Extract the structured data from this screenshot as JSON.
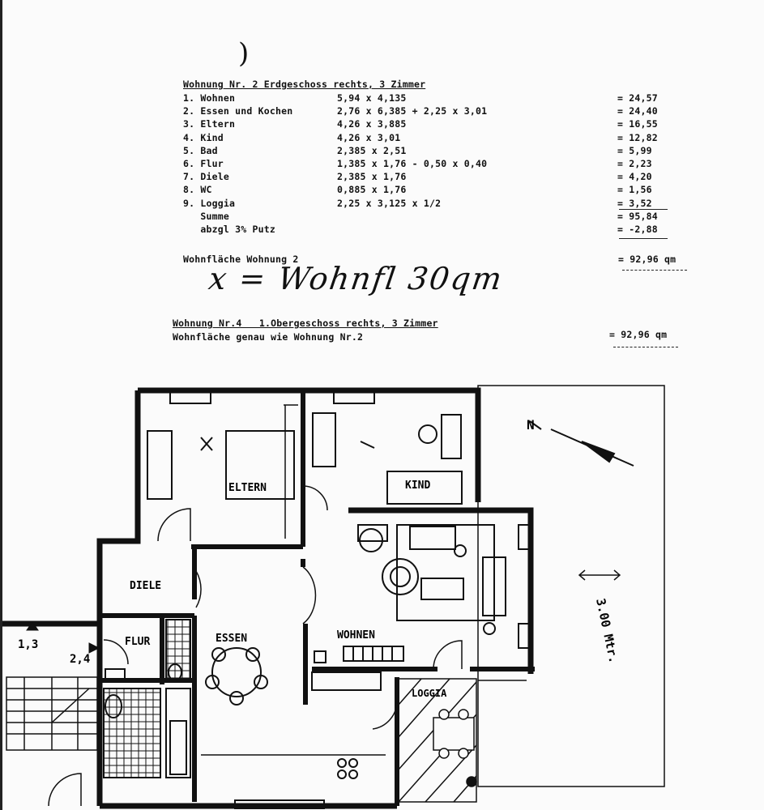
{
  "page_mark": ")",
  "wohnung2": {
    "title": "Wohnung Nr. 2 Erdgeschoss rechts, 3 Zimmer",
    "rows": [
      {
        "label": "1. Wohnen",
        "formula": "5,94 x 4,135",
        "value": "= 24,57"
      },
      {
        "label": "2. Essen und Kochen",
        "formula": "2,76 x 6,385 + 2,25 x 3,01",
        "value": "= 24,40"
      },
      {
        "label": "3. Eltern",
        "formula": "4,26 x 3,885",
        "value": "= 16,55"
      },
      {
        "label": "4. Kind",
        "formula": "4,26 x 3,01",
        "value": "= 12,82"
      },
      {
        "label": "5. Bad",
        "formula": "2,385 x 2,51",
        "value": "= 5,99"
      },
      {
        "label": "6. Flur",
        "formula": "1,385 x 1,76 - 0,50 x 0,40",
        "value": "= 2,23"
      },
      {
        "label": "7. Diele",
        "formula": "2,385 x 1,76",
        "value": "= 4,20"
      },
      {
        "label": "8. WC",
        "formula": "0,885 x 1,76",
        "value": "= 1,56"
      },
      {
        "label": "9. Loggia",
        "formula": "2,25 x 3,125 x 1/2",
        "value": "= 3,52"
      },
      {
        "label": "   Summe",
        "formula": "",
        "value": "= 95,84"
      },
      {
        "label": "   abzgl 3% Putz",
        "formula": "",
        "value": "= -2,88"
      }
    ],
    "area_label": "Wohnfläche Wohnung 2",
    "area_value": "= 92,96 qm"
  },
  "handwriting": "x = Wohnfl 30qm",
  "wohnung4": {
    "title": "Wohnung Nr.4   1.Obergeschoss rechts, 3 Zimmer",
    "line": "Wohnfläche genau wie Wohnung Nr.2",
    "value": "= 92,96 qm"
  },
  "plan": {
    "rooms": {
      "eltern": "ELTERN",
      "kind": "KIND",
      "diele": "DIELE",
      "flur": "FLUR",
      "essen": "ESSEN",
      "wohnen": "WOHNEN",
      "loggia": "LOGGIA"
    },
    "stair_levels": {
      "a": "1,3",
      "b": "2,4"
    },
    "north": "N",
    "dimension": "3.00 Mtr."
  }
}
